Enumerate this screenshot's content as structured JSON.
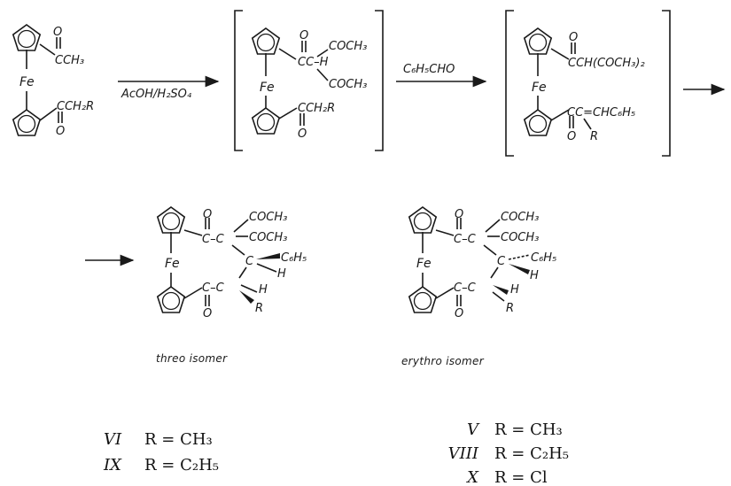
{
  "reagents": {
    "step1": "AcOH/H₂SO₄",
    "step2": "C₆H₅CHO"
  },
  "start": {
    "top_o": "O",
    "top_group": "CCH₃",
    "fe": "Fe",
    "bottom_group": "CCH₂R",
    "bottom_o": "O"
  },
  "int1": {
    "o": "O",
    "coch3_top": "COCH₃",
    "cc_h": "CC–H",
    "coch3_bottom": "COCH₃",
    "fe": "Fe",
    "bottom_group": "CCH₂R",
    "bottom_o": "O"
  },
  "int2": {
    "o": "O",
    "top_group": "CCH(COCH₃)₂",
    "fe": "Fe",
    "bottom_group": "CC=CHC₆H₅",
    "bottom_o": "O",
    "r": "R"
  },
  "threo": {
    "o_top": "O",
    "c1": "C–C",
    "coch3_a": "COCH₃",
    "coch3_b": "COCH₃",
    "fe": "Fe",
    "c_mid": "C",
    "c6h5": "C₆H₅",
    "h_mid": "H",
    "c_bot": "C–C",
    "h_bot": "H",
    "r": "R",
    "o_bot": "O",
    "caption": "threo isomer"
  },
  "erythro": {
    "o_top": "O",
    "c1": "C–C",
    "coch3_a": "COCH₃",
    "coch3_b": "COCH₃",
    "fe": "Fe",
    "c_mid": "C",
    "c6h5": "C₆H₅",
    "h_mid": "H",
    "c_bot": "C–C",
    "h_bot": "H",
    "r": "R",
    "o_bot": "O",
    "caption": "erythro isomer"
  },
  "legend_left": [
    {
      "id": "VI",
      "text": "R = CH₃"
    },
    {
      "id": "IX",
      "text": "R = C₂H₅"
    }
  ],
  "legend_right": [
    {
      "id": "V",
      "text": "R = CH₃"
    },
    {
      "id": "VIII",
      "text": "R = C₂H₅"
    },
    {
      "id": "X",
      "text": "R = Cl"
    }
  ]
}
